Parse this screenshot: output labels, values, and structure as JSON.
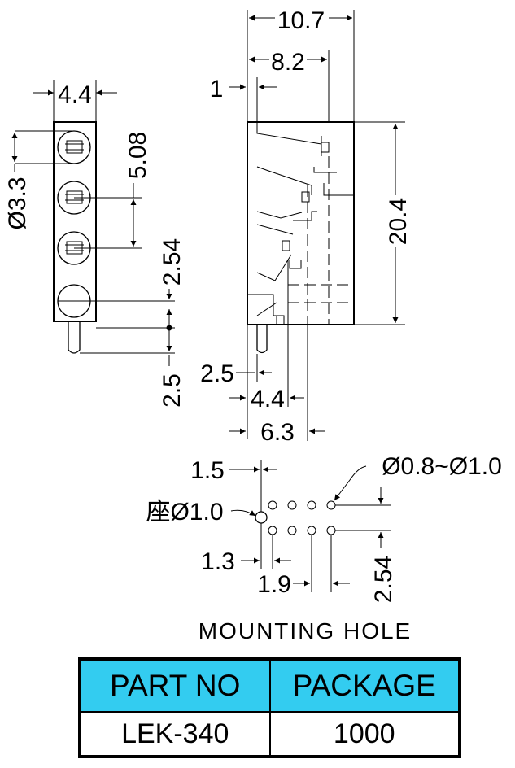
{
  "drawing": {
    "left_view": {
      "width_dim": "4.4",
      "diameter_dim": "Ø3.3",
      "pitch_dim": "5.08",
      "lead_offset_dim": "2.54",
      "lead_length_dim": "2.5"
    },
    "side_view": {
      "overall_length_dim": "10.7",
      "inner_length_dim": "8.2",
      "edge_dim": "1",
      "height_dim": "20.4",
      "lead_dim_a": "2.5",
      "lead_dim_b": "4.4",
      "lead_dim_c": "6.3"
    },
    "mounting_hole": {
      "offset_dim": "1.5",
      "seat_dim": "座Ø1.0",
      "hole_dia_dim": "Ø0.8~Ø1.0",
      "row_offset_dim": "1.3",
      "col_pitch_dim": "1.9",
      "row_pitch_dim": "2.54",
      "caption": "MOUNTING HOLE"
    }
  },
  "spec_table": {
    "headers": [
      "PART NO",
      "PACKAGE"
    ],
    "rows": [
      [
        "LEK-340",
        "1000"
      ]
    ],
    "header_color": "#33CCF0"
  }
}
